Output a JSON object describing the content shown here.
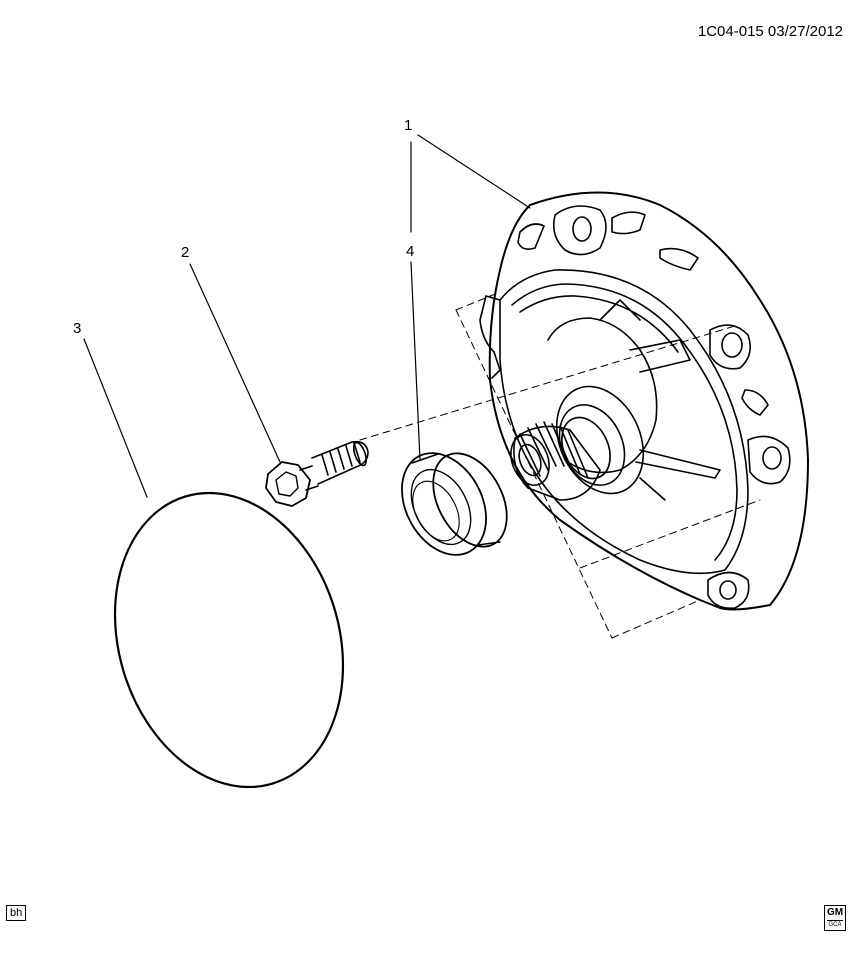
{
  "header": {
    "doc_ref": "1C04-015  03/27/2012"
  },
  "callouts": {
    "c1": "1",
    "c2": "2",
    "c3": "3",
    "c4": "4"
  },
  "footer": {
    "tag": "bh",
    "logo_top": "GM",
    "logo_bottom": "GCA"
  }
}
